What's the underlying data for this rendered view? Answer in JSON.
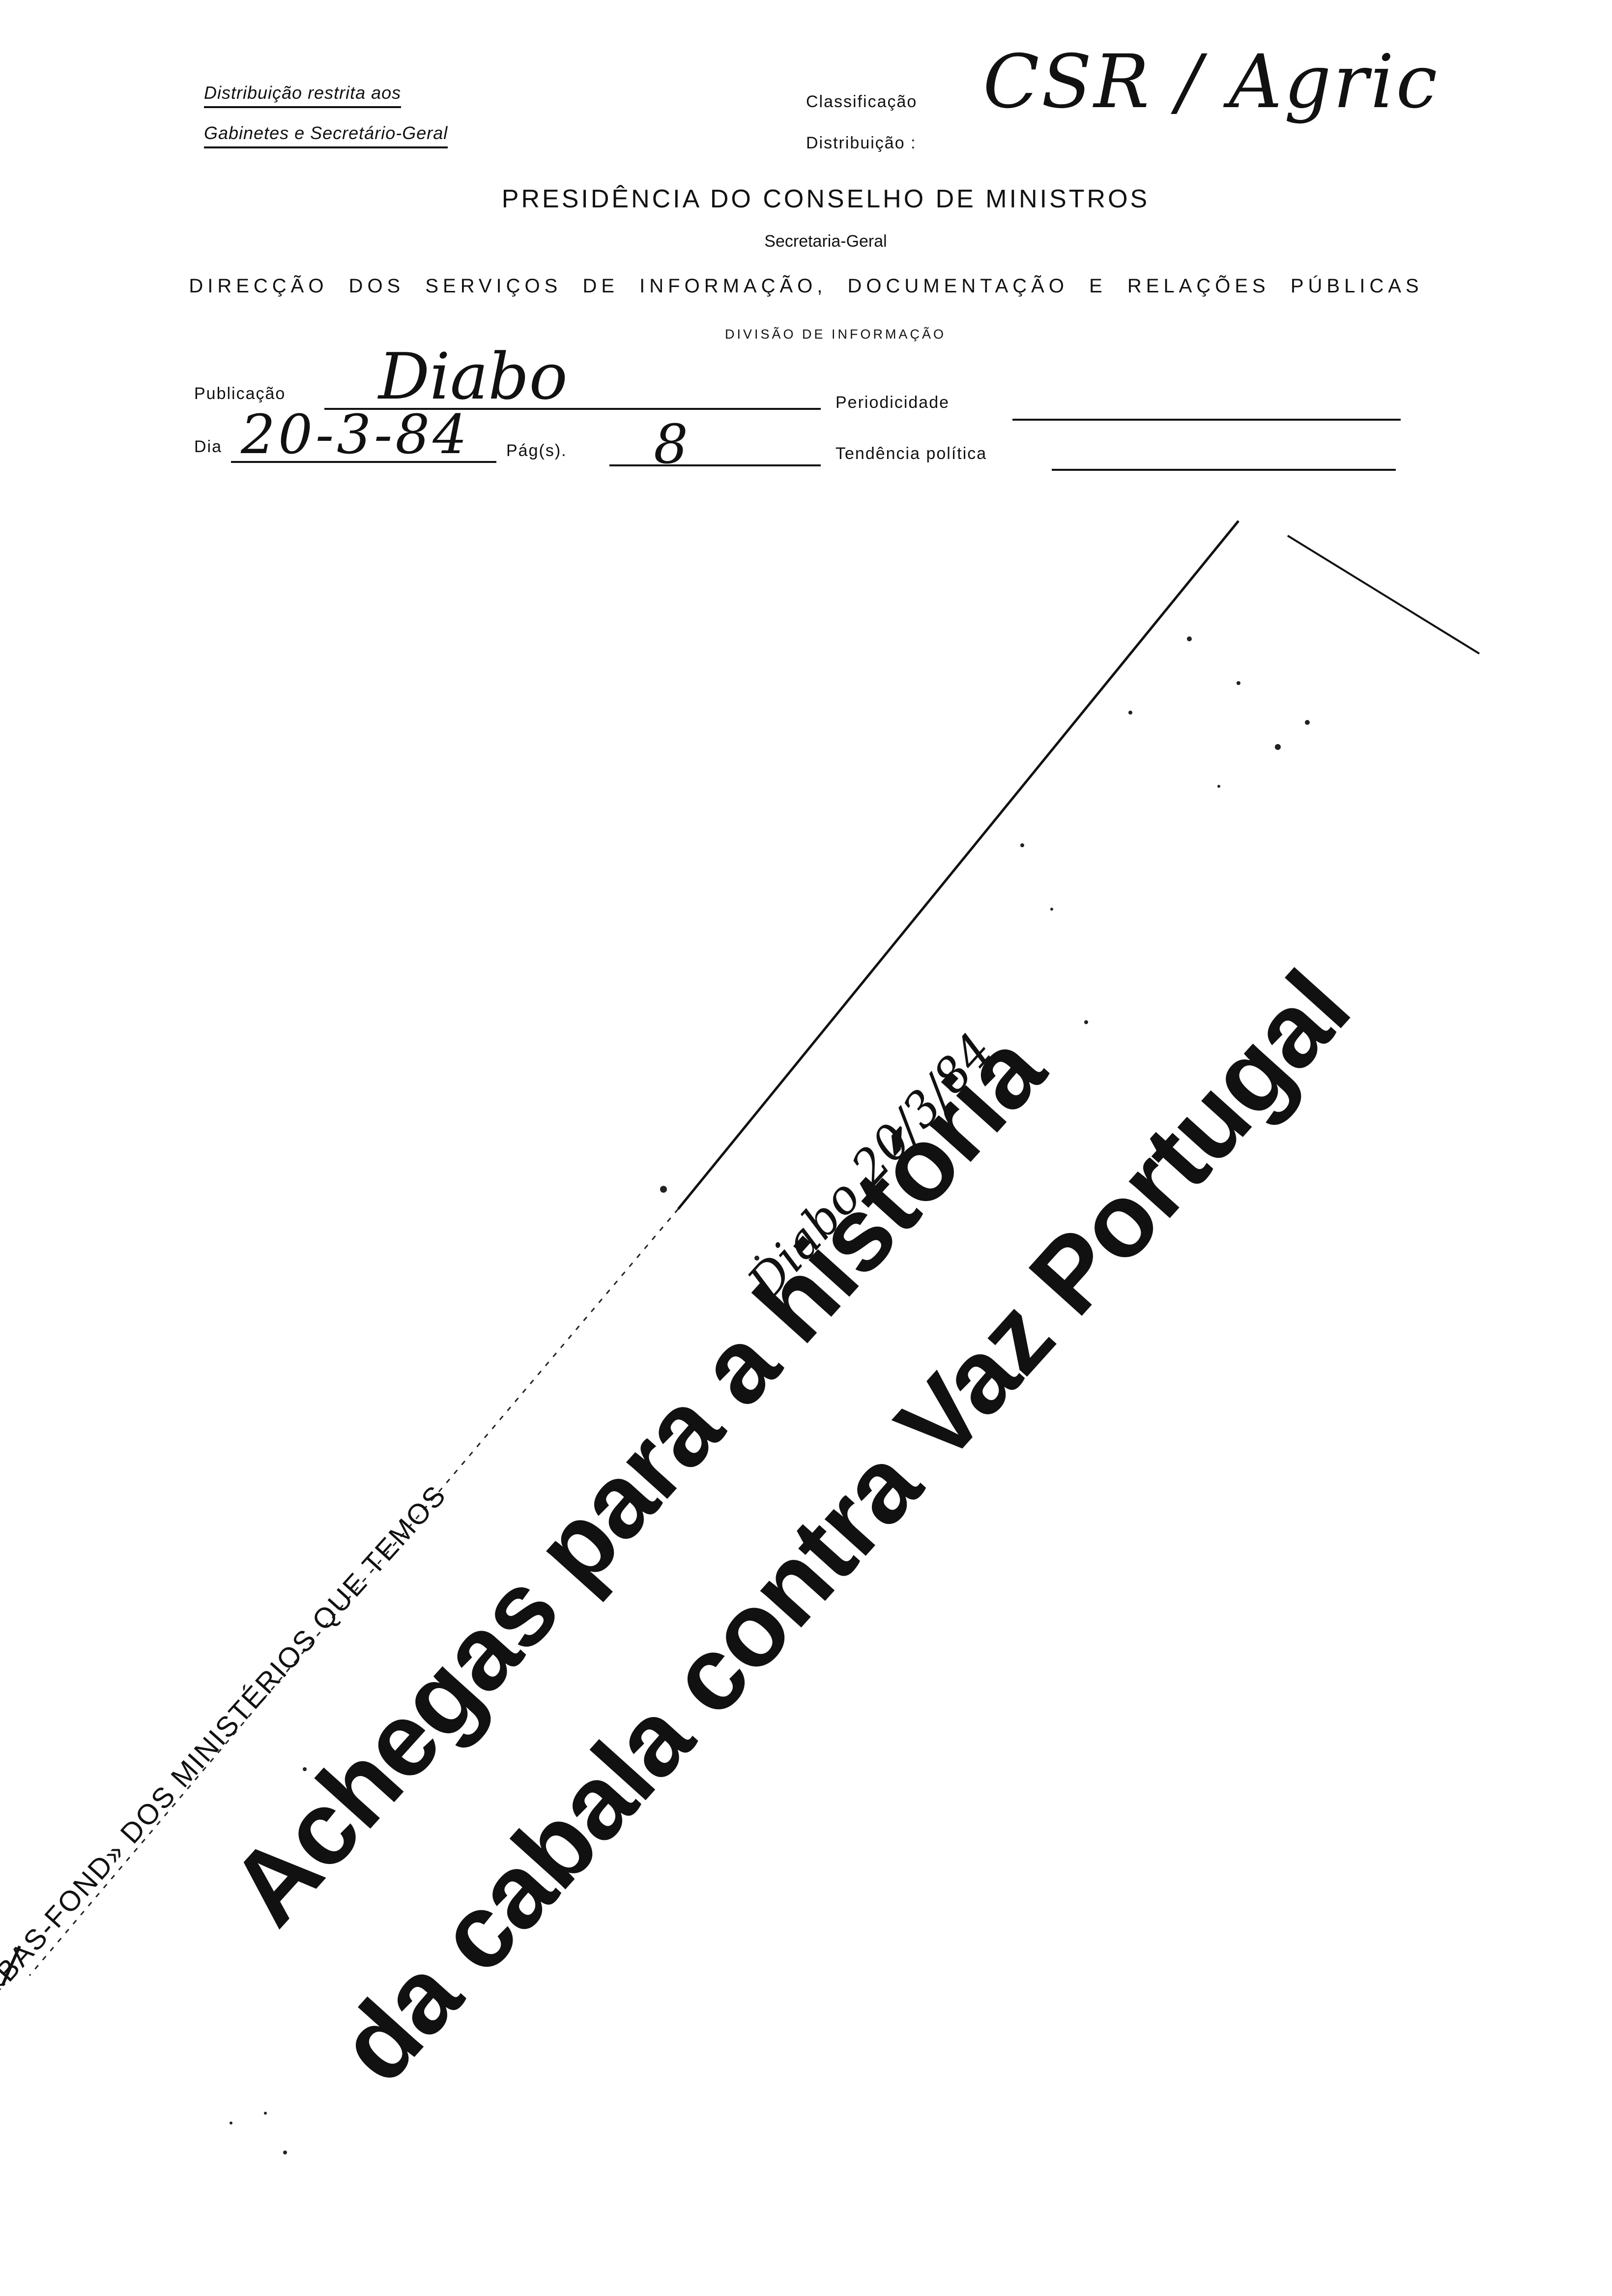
{
  "header": {
    "distribution_note_line1": "Distribuição restrita aos",
    "distribution_note_line2": "Gabinetes e Secretário-Geral",
    "classification_label": "Classificação",
    "distribution_label": "Distribuição :",
    "handwritten_classification": "CSR / Agric"
  },
  "institution": {
    "name": "PRESIDÊNCIA DO CONSELHO DE MINISTROS",
    "sub": "Secretaria-Geral",
    "directorate": "DIRECÇÃO DOS SERVIÇOS DE INFORMAÇÃO, DOCUMENTAÇÃO E RELAÇÕES PÚBLICAS",
    "division": "DIVISÃO DE INFORMAÇÃO"
  },
  "form": {
    "publication_label": "Publicação",
    "publication_value": "Diabo",
    "periodicity_label": "Periodicidade",
    "day_label": "Dia",
    "day_value": "20-3-84",
    "pages_label": "Pág(s).",
    "pages_value": "8",
    "tendency_label": "Tendência política"
  },
  "clipping": {
    "kicker": "NO «BAS-FOND» DOS MINISTÉRIOS QUE TEMOS",
    "headline_line1": "Achegas para a história",
    "headline_line2": "da cabala contra Vaz Portugal",
    "handwritten_note": "Diabo 20/3/84"
  }
}
